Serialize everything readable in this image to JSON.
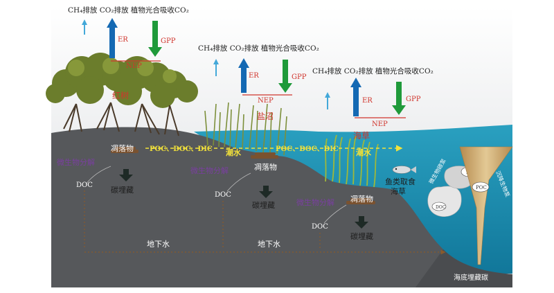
{
  "flux_groups": [
    {
      "header": "CH₄排放 CO₂排放 植物光合吸收CO₂",
      "er": "ER",
      "gpp": "GPP",
      "nep": "NEP"
    },
    {
      "header": "CH₄排放 CO₂排放 植物光合吸收CO₂",
      "er": "ER",
      "gpp": "GPP",
      "nep": "NEP"
    },
    {
      "header": "CH₄排放 CO₂排放 植物光合吸收CO₂",
      "er": "ER",
      "gpp": "GPP",
      "nep": "NEP"
    }
  ],
  "ecosystems": {
    "mangrove": "红树",
    "saltmarsh": "盐沼",
    "seagrass": "海草"
  },
  "litter": [
    "凋落物",
    "凋落物",
    "凋落物"
  ],
  "microbial": [
    "微生物分解",
    "微生物分解",
    "微生物分解"
  ],
  "doc": [
    "DOC",
    "DOC",
    "DOC"
  ],
  "burial": [
    "碳埋藏",
    "碳埋藏",
    "碳埋藏"
  ],
  "lateral": [
    "POC、DOC、DIC",
    "POC、DOC、DIC"
  ],
  "tide": [
    "潮水",
    "潮水"
  ],
  "groundwater": [
    "地下水",
    "地下水"
  ],
  "fish": "鱼类取食",
  "fish_sub": "海草",
  "pump": {
    "doc": "DOC",
    "poc": "POC",
    "microbial_pump": "微生物碳泵",
    "bio_pump": "沉降生物泵"
  },
  "seabed": "海底埋藏碳",
  "colors": {
    "ground": "#555759",
    "sky": "#e4e6e8",
    "sea": "#1c8fb0",
    "er_arrow": "#1469b3",
    "gpp_arrow": "#1f9a3a",
    "ch4_arrow": "#43a8d9",
    "label_red": "#d0342c",
    "purple": "#7a3fa0",
    "cone": "#c9a46a"
  }
}
